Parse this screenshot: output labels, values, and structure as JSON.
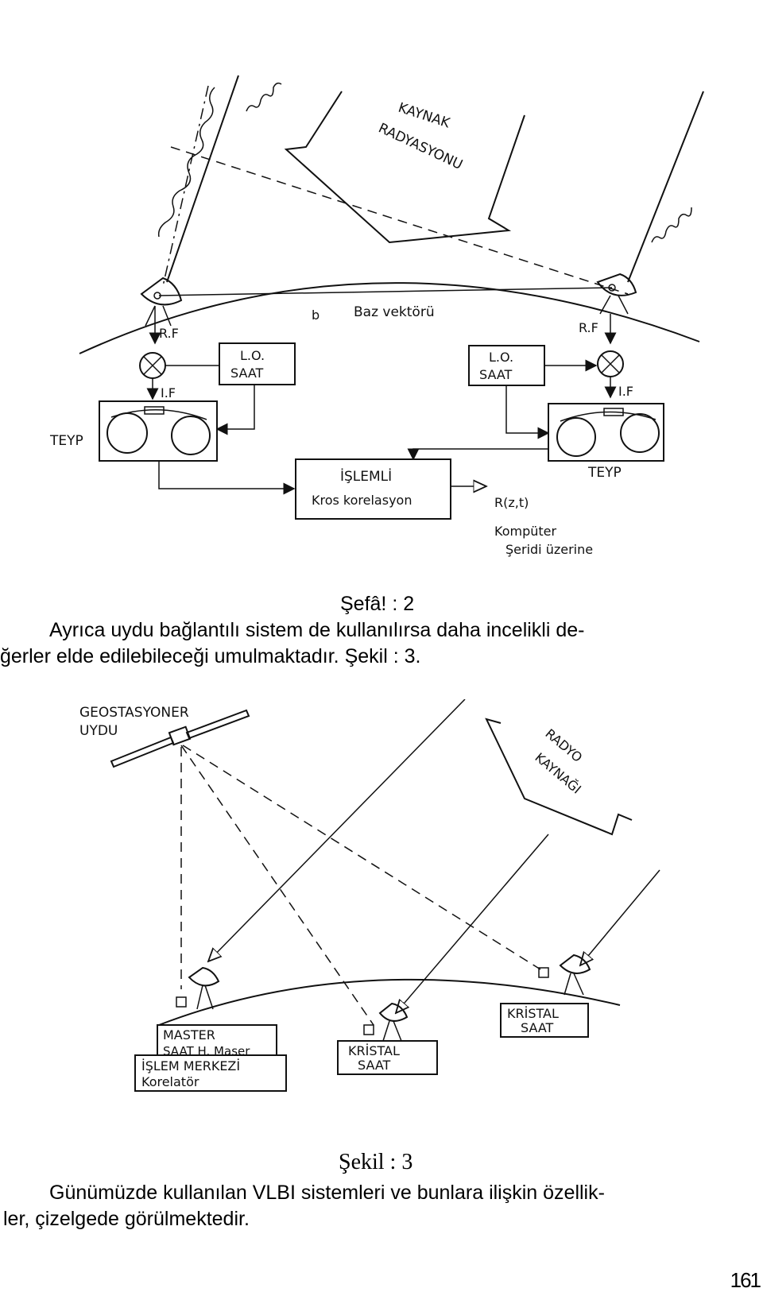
{
  "figure2": {
    "source_label_line1": "KAYNAK",
    "source_label_line2": "RADYASYONU",
    "baseline_symbol": "b",
    "baseline_label": "Baz vektörü",
    "rf_left": "R.F",
    "rf_right": "R.F",
    "if_left": "I.F",
    "if_right": "I.F",
    "lo_left_line1": "L.O.",
    "lo_left_line2": "SAAT",
    "lo_right_line1": "L.O.",
    "lo_right_line2": "SAAT",
    "tape_left": "TEYP",
    "tape_right": "TEYP",
    "processor_line1": "İŞLEMLİ",
    "processor_line2": "Kros korelasyon",
    "output_label": "R(z,t)",
    "computer_line1": "Kompüter",
    "computer_line2": "Şeridi üzerine"
  },
  "caption2": "Şefâ! : 2",
  "paragraph1_line1": "Ayrıca uydu bağlantılı sistem de kullanılırsa   daha  incelikli de-",
  "paragraph1_line2": "ğerler elde edilebileceği umulmaktadır. Şekil : 3.",
  "figure3": {
    "satellite_line1": "GEOSTASYONER",
    "satellite_line2": "UYDU",
    "source_line1": "RADYO",
    "source_line2": "KAYNAĞI",
    "master_line1": "MASTER",
    "master_line2": "SAAT H. Maser",
    "center_line1": "İŞLEM MERKEZİ",
    "center_line2": "Korelatör",
    "crystal_mid_line1": "KRİSTAL",
    "crystal_mid_line2": "SAAT",
    "crystal_right_line1": "KRİSTAL",
    "crystal_right_line2": "SAAT"
  },
  "caption3": "Şekil : 3",
  "paragraph2_line1": "Günümüzde kullanılan VLBI sistemleri ve bunlara ilişkin özellik-",
  "paragraph2_line2": "ler, çizelgede görülmektedir.",
  "page_number": "161"
}
